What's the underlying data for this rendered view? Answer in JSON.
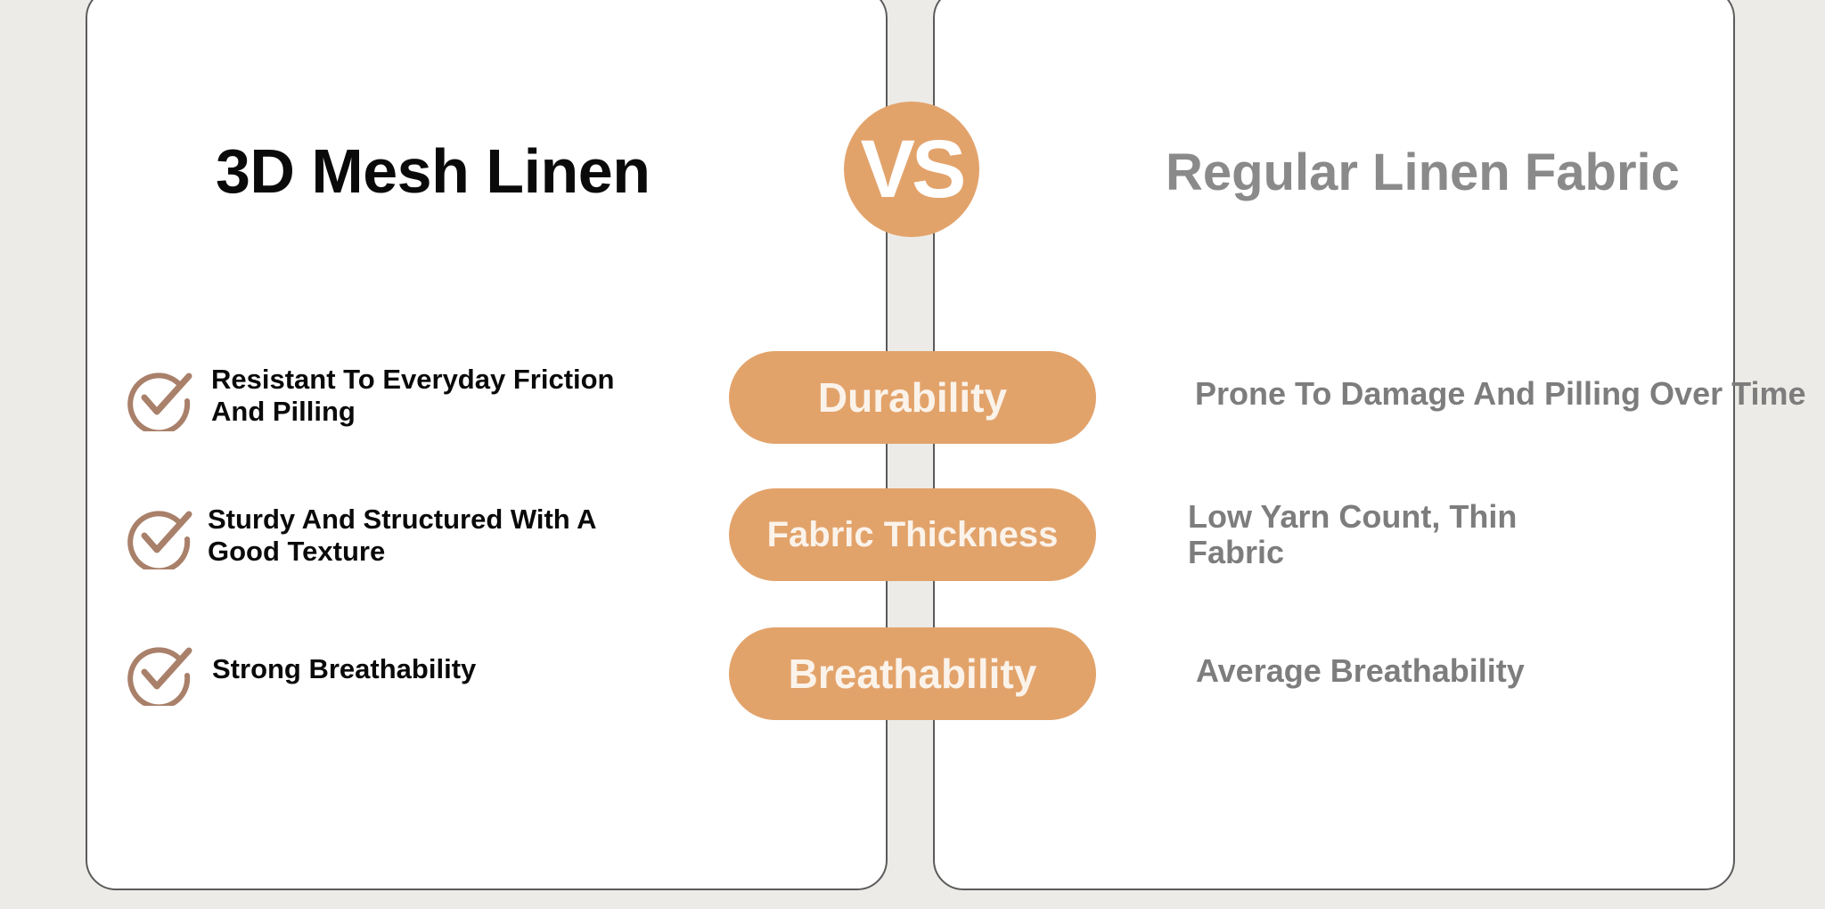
{
  "left": {
    "title": "3D Mesh Linen",
    "features": [
      "Resistant To Everyday Friction And Pilling",
      "Sturdy And Structured With A Good Texture",
      "Strong Breathability"
    ]
  },
  "center": {
    "vs_label": "VS",
    "attributes": [
      "Durability",
      "Fabric Thickness",
      "Breathability"
    ]
  },
  "right": {
    "title": "Regular Linen Fabric",
    "features": [
      "Prone To Damage And Pilling Over Time",
      "Low Yarn Count, Thin Fabric",
      "Average Breathability"
    ]
  },
  "colors": {
    "accent": "#e2a36b",
    "check": "#a9806a",
    "muted_text": "#7d7d7d",
    "background": "#ecebe7"
  },
  "icons": {
    "feature_marker": "check-circle-icon"
  }
}
